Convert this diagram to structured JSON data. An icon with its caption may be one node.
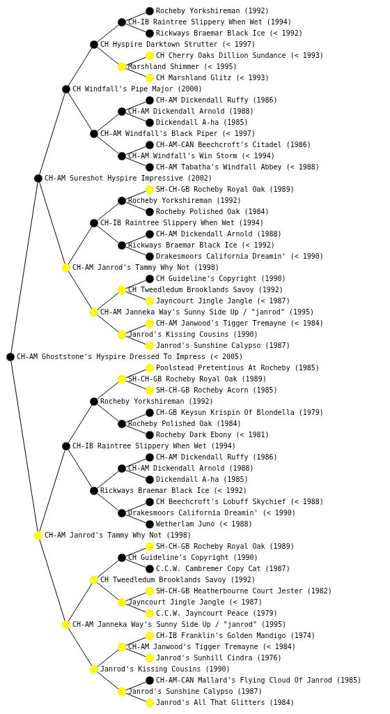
{
  "diagram": {
    "nodes": [
      {
        "text": [],
        "shape": "circle",
        "beside": [
          "Rocheby Yorkshireman (1992)"
        ]
      },
      {
        "text": [],
        "shape": "circle",
        "beside": [
          "CH-IB Raintree Slippery When Wet (1994)"
        ]
      },
      {
        "text": [],
        "shape": "circle",
        "beside": [
          "Rickways Braemar Black Ice (< 1992)"
        ]
      },
      {
        "text": [],
        "shape": "circle",
        "beside": [
          "CH Hyspire Darktown Strutter (< 1997)"
        ]
      },
      {
        "text": [],
        "shape": "circle",
        "beside": [
          "CH Cherry Oaks Dillion Sundance (< 1993)"
        ]
      },
      {
        "text": [],
        "shape": "circle",
        "beside": [
          "Marshland Shimmer (< 1995)"
        ]
      },
      {
        "text": [],
        "shape": "circle",
        "beside": [
          "CH Marshland Glitz (< 1993)"
        ]
      },
      {
        "text": [],
        "shape": "circle",
        "beside": [
          "CH Windfall's Pipe Major (2000)"
        ]
      },
      {
        "text": [],
        "shape": "circle",
        "beside": [
          "CH-AM Dickendall Ruffy (1986)"
        ]
      },
      {
        "text": [],
        "shape": "circle",
        "beside": [
          "CH-AM Dickendall Arnold (1988)"
        ]
      },
      {
        "text": [],
        "shape": "circle",
        "beside": [
          "Dickendall A-ha (1985)"
        ]
      },
      {
        "text": [],
        "shape": "circle",
        "beside": [
          "CH-AM Windfall's Black Piper (< 1997)"
        ]
      },
      {
        "text": [],
        "shape": "circle",
        "beside": [
          "CH-AM-CAN Beechcroft's Citadel (1986)"
        ]
      },
      {
        "text": [],
        "shape": "circle",
        "beside": [
          "CH-AM Windfall's Win Storm (< 1994)"
        ]
      },
      {
        "text": [],
        "shape": "circle",
        "beside": [
          "CH-AM Tabatha's Windfall Abbey (< 1988)"
        ]
      },
      {
        "text": [],
        "shape": "circle",
        "beside": [
          "CH-AM Sureshot Hyspire Impressive (2002)"
        ]
      },
      {
        "text": [],
        "shape": "circle",
        "beside": [
          "SH-CH-GB Rocheby Royal Oak (1989)"
        ]
      },
      {
        "text": [],
        "shape": "circle",
        "beside": [
          "Rocheby Yorkshireman (1992)"
        ]
      },
      {
        "text": [],
        "shape": "circle",
        "beside": [
          "Rocheby Polished Oak (1984)"
        ]
      },
      {
        "text": [],
        "shape": "circle",
        "beside": [
          "CH-IB Raintree Slippery When Wet (1994)"
        ]
      },
      {
        "text": [],
        "shape": "circle",
        "beside": [
          "CH-AM Dickendall Arnold (1988)"
        ]
      },
      {
        "text": [],
        "shape": "circle",
        "beside": [
          "Rickways Braemar Black Ice (< 1992)"
        ]
      },
      {
        "text": [],
        "shape": "circle",
        "beside": [
          "Drakesmoors California Dreamin' (< 1990)"
        ]
      },
      {
        "text": [],
        "shape": "circle",
        "beside": [
          "CH-AM Janrod's Tammy Why Not (1998)"
        ]
      },
      {
        "text": [],
        "shape": "circle",
        "beside": [
          "CH Guideline's Copyright (1990)"
        ]
      },
      {
        "text": [],
        "shape": "circle",
        "beside": [
          "CH Tweedledum Brooklands Savoy (1992)"
        ]
      },
      {
        "text": [],
        "shape": "circle",
        "beside": [
          "Jayncourt Jingle Jangle (< 1987)"
        ]
      },
      {
        "text": [],
        "shape": "circle",
        "beside": [
          "CH-AM Janneka Way's Sunny Side Up / \"janrod\" (1995)"
        ]
      },
      {
        "text": [],
        "shape": "circle",
        "beside": [
          "CH-AM Janwood's Tigger Tremayne (< 1984)"
        ]
      },
      {
        "text": [],
        "shape": "circle",
        "beside": [
          "Janrod's Kissing Cousins (1990)"
        ]
      },
      {
        "text": [],
        "shape": "circle",
        "beside": [
          "Janrod's Sunshine Calypso (1987)"
        ]
      },
      {
        "text": [],
        "shape": "circle",
        "beside": [
          "CH-AM Ghoststone's Hyspire Dressed To Impress (< 2005)"
        ]
      },
      {
        "text": [],
        "shape": "circle",
        "beside": [
          "Poolstead Pretentious At Rocheby (1985)"
        ]
      },
      {
        "text": [],
        "shape": "circle",
        "beside": [
          "SH-CH-GB Rocheby Royal Oak (1989)"
        ]
      },
      {
        "text": [],
        "shape": "circle",
        "beside": [
          "SH-CH-GB Rocheby Acorn (1985)"
        ]
      },
      {
        "text": [],
        "shape": "circle",
        "beside": [
          "Rocheby Yorkshireman (1992)"
        ]
      },
      {
        "text": [],
        "shape": "circle",
        "beside": [
          "CH-GB Keysun Krispin Of Blondella (1979)"
        ]
      },
      {
        "text": [],
        "shape": "circle",
        "beside": [
          "Rocheby Polished Oak (1984)"
        ]
      },
      {
        "text": [],
        "shape": "circle",
        "beside": [
          "Rocheby Dark Ebony (< 1981)"
        ]
      },
      {
        "text": [],
        "shape": "circle",
        "beside": [
          "CH-IB Raintree Slippery When Wet (1994)"
        ]
      },
      {
        "text": [],
        "shape": "circle",
        "beside": [
          "CH-AM Dickendall Ruffy (1986)"
        ]
      },
      {
        "text": [],
        "shape": "circle",
        "beside": [
          "CH-AM Dickendall Arnold (1988)"
        ]
      },
      {
        "text": [],
        "shape": "circle",
        "beside": [
          "Dickendall A-ha (1985)"
        ]
      },
      {
        "text": [],
        "shape": "circle",
        "beside": [
          "Rickways Braemar Black Ice (< 1992)"
        ]
      },
      {
        "text": [],
        "shape": "circle",
        "beside": [
          "CH Beechcroft's Lobuff Skychief (< 1988)"
        ]
      },
      {
        "text": [],
        "shape": "circle",
        "beside": [
          "Drakesmoors California Dreamin' (< 1990)"
        ]
      },
      {
        "text": [],
        "shape": "circle",
        "beside": [
          "Wetherlam Juno (< 1988)"
        ]
      },
      {
        "text": [],
        "shape": "circle",
        "beside": [
          "CH-AM Janrod's Tammy Why Not (1998)"
        ]
      },
      {
        "text": [],
        "shape": "circle",
        "beside": [
          "SH-CH-GB Rocheby Royal Oak (1989)"
        ]
      },
      {
        "text": [],
        "shape": "circle",
        "beside": [
          "CH Guideline's Copyright (1990)"
        ]
      },
      {
        "text": [],
        "shape": "circle",
        "beside": [
          "C.C.W. Cambremer Copy Cat (1987)"
        ]
      },
      {
        "text": [],
        "shape": "circle",
        "beside": [
          "CH Tweedledum Brooklands Savoy (1992)"
        ]
      },
      {
        "text": [],
        "shape": "circle",
        "beside": [
          "SH-CH-GB Heatherbourne Court Jester (1982)"
        ]
      },
      {
        "text": [],
        "shape": "circle",
        "beside": [
          "Jayncourt Jingle Jangle (< 1987)"
        ]
      },
      {
        "text": [],
        "shape": "circle",
        "beside": [
          "C.C.W. Jayncourt Peace (1979)"
        ]
      },
      {
        "text": [],
        "shape": "circle",
        "beside": [
          "CH-AM Janneka Way's Sunny Side Up / \"janrod\" (1995)"
        ]
      },
      {
        "text": [],
        "shape": "circle",
        "beside": [
          "CH-IB Franklin's Golden Mandigo (1974)"
        ]
      },
      {
        "text": [],
        "shape": "circle",
        "beside": [
          "CH-AM Janwood's Tigger Tremayne (< 1984)"
        ]
      },
      {
        "text": [],
        "shape": "circle",
        "beside": [
          "Janrod's Sunhill Cindra (1976)"
        ]
      },
      {
        "text": [],
        "shape": "circle",
        "beside": [
          "Janrod's Kissing Cousins (1990)"
        ]
      },
      {
        "text": [],
        "shape": "circle",
        "beside": [
          "CH-AM-CAN Mallard's Flying Cloud Of Janrod (1985)"
        ]
      },
      {
        "text": [],
        "shape": "circle",
        "beside": [
          "Janrod's Sunshine Calypso (1987)"
        ]
      },
      {
        "text": [],
        "shape": "circle",
        "beside": [
          "Janrod's All That Glitters (1984)"
        ]
      }
    ],
    "edges": [
      {
        "from": 31,
        "to": 15,
        "arrow": "none"
      },
      {
        "from": 31,
        "to": 47,
        "arrow": "none"
      },
      {
        "from": 15,
        "to": 7,
        "arrow": "none"
      },
      {
        "from": 15,
        "to": 23,
        "arrow": "none"
      },
      {
        "from": 47,
        "to": 39,
        "arrow": "none"
      },
      {
        "from": 47,
        "to": 55,
        "arrow": "none"
      },
      {
        "from": 7,
        "to": 3,
        "arrow": "none"
      },
      {
        "from": 7,
        "to": 11,
        "arrow": "none"
      },
      {
        "from": 23,
        "to": 19,
        "arrow": "none"
      },
      {
        "from": 23,
        "to": 27,
        "arrow": "none"
      },
      {
        "from": 39,
        "to": 35,
        "arrow": "none"
      },
      {
        "from": 39,
        "to": 43,
        "arrow": "none"
      },
      {
        "from": 55,
        "to": 51,
        "arrow": "none"
      },
      {
        "from": 55,
        "to": 59,
        "arrow": "none"
      },
      {
        "from": 3,
        "to": 1,
        "arrow": "none"
      },
      {
        "from": 3,
        "to": 5,
        "arrow": "none"
      },
      {
        "from": 11,
        "to": 9,
        "arrow": "none"
      },
      {
        "from": 11,
        "to": 13,
        "arrow": "none"
      },
      {
        "from": 19,
        "to": 17,
        "arrow": "none"
      },
      {
        "from": 19,
        "to": 21,
        "arrow": "none"
      },
      {
        "from": 27,
        "to": 25,
        "arrow": "none"
      },
      {
        "from": 27,
        "to": 29,
        "arrow": "none"
      },
      {
        "from": 35,
        "to": 33,
        "arrow": "none"
      },
      {
        "from": 35,
        "to": 37,
        "arrow": "none"
      },
      {
        "from": 43,
        "to": 41,
        "arrow": "none"
      },
      {
        "from": 43,
        "to": 45,
        "arrow": "none"
      },
      {
        "from": 51,
        "to": 49,
        "arrow": "none"
      },
      {
        "from": 51,
        "to": 53,
        "arrow": "none"
      },
      {
        "from": 59,
        "to": 57,
        "arrow": "none"
      },
      {
        "from": 59,
        "to": 61,
        "arrow": "none"
      },
      {
        "from": 1,
        "to": 0,
        "arrow": "none"
      },
      {
        "from": 1,
        "to": 2,
        "arrow": "none"
      },
      {
        "from": 5,
        "to": 4,
        "arrow": "none"
      },
      {
        "from": 5,
        "to": 6,
        "arrow": "none"
      },
      {
        "from": 9,
        "to": 8,
        "arrow": "none"
      },
      {
        "from": 9,
        "to": 10,
        "arrow": "none"
      },
      {
        "from": 13,
        "to": 12,
        "arrow": "none"
      },
      {
        "from": 13,
        "to": 14,
        "arrow": "none"
      },
      {
        "from": 17,
        "to": 16,
        "arrow": "none"
      },
      {
        "from": 17,
        "to": 18,
        "arrow": "none"
      },
      {
        "from": 21,
        "to": 20,
        "arrow": "none"
      },
      {
        "from": 21,
        "to": 22,
        "arrow": "none"
      },
      {
        "from": 25,
        "to": 24,
        "arrow": "none"
      },
      {
        "from": 25,
        "to": 26,
        "arrow": "none"
      },
      {
        "from": 29,
        "to": 28,
        "arrow": "none"
      },
      {
        "from": 29,
        "to": 30,
        "arrow": "none"
      },
      {
        "from": 33,
        "to": 32,
        "arrow": "none"
      },
      {
        "from": 33,
        "to": 34,
        "arrow": "none"
      },
      {
        "from": 37,
        "to": 36,
        "arrow": "none"
      },
      {
        "from": 37,
        "to": 38,
        "arrow": "none"
      },
      {
        "from": 41,
        "to": 40,
        "arrow": "none"
      },
      {
        "from": 41,
        "to": 42,
        "arrow": "none"
      },
      {
        "from": 45,
        "to": 44,
        "arrow": "none"
      },
      {
        "from": 45,
        "to": 46,
        "arrow": "none"
      },
      {
        "from": 49,
        "to": 48,
        "arrow": "none"
      },
      {
        "from": 49,
        "to": 50,
        "arrow": "none"
      },
      {
        "from": 53,
        "to": 52,
        "arrow": "none"
      },
      {
        "from": 53,
        "to": 54,
        "arrow": "none"
      },
      {
        "from": 57,
        "to": 56,
        "arrow": "none"
      },
      {
        "from": 57,
        "to": 58,
        "arrow": "none"
      },
      {
        "from": 61,
        "to": 60,
        "arrow": "none"
      },
      {
        "from": 61,
        "to": 62,
        "arrow": "none"
      }
    ]
  }
}
